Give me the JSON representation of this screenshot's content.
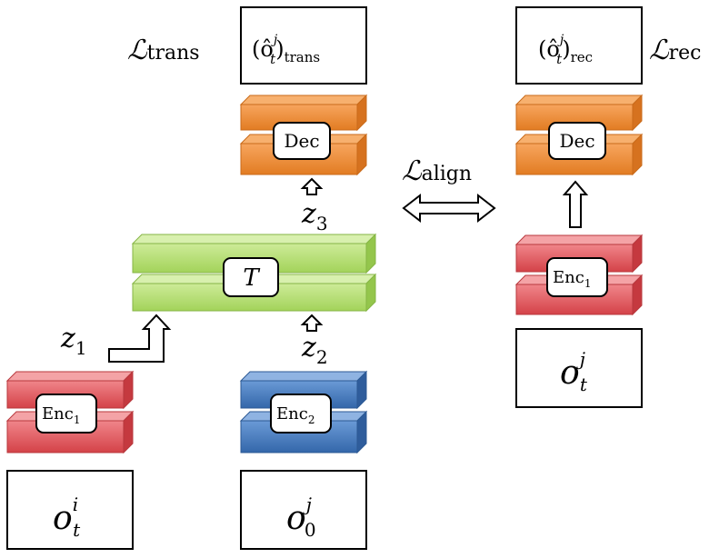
{
  "colors": {
    "orange": "#f4913c",
    "green": "#b9e27a",
    "red": "#e35a5f",
    "blue": "#4a7fc0"
  },
  "losses": {
    "trans_symbol": "ℒ",
    "trans_sub": "trans",
    "rec_symbol": "ℒ",
    "rec_sub": "rec",
    "align_symbol": "ℒ",
    "align_sub": "align"
  },
  "outputs": {
    "trans": {
      "base": "(ô",
      "sub": "t",
      "sup": "j",
      "close": ")",
      "tag": "trans"
    },
    "rec": {
      "base": "(ô",
      "sub": "t",
      "sup": "j",
      "close": ")",
      "tag": "rec"
    }
  },
  "blocks": {
    "dec_left": "Dec",
    "dec_right": "Dec",
    "transformer": "T",
    "enc_left": {
      "base": "Enc",
      "sub": "1"
    },
    "enc_mid": {
      "base": "Enc",
      "sub": "2"
    },
    "enc_right": {
      "base": "Enc",
      "sub": "1"
    }
  },
  "latents": {
    "z1": {
      "base": "z",
      "sub": "1"
    },
    "z2": {
      "base": "z",
      "sub": "2"
    },
    "z3": {
      "base": "z",
      "sub": "3"
    }
  },
  "inputs": {
    "left": {
      "base": "o",
      "sub": "t",
      "sup": "i"
    },
    "mid": {
      "base": "o",
      "sub": "0",
      "sup": "j"
    },
    "right": {
      "base": "o",
      "sub": "t",
      "sup": "j"
    }
  }
}
